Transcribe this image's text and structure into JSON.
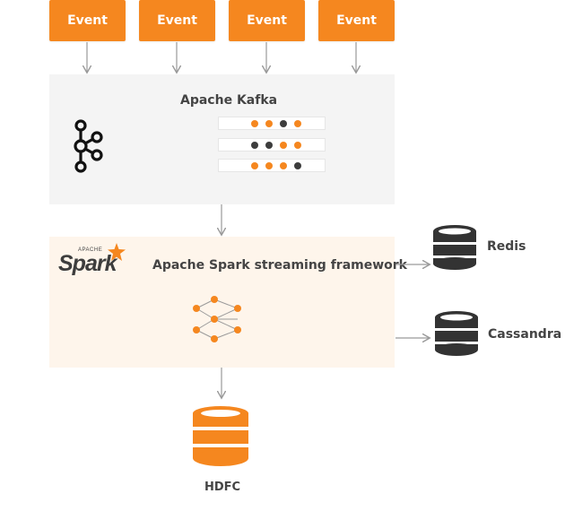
{
  "events": [
    {
      "label": "Event"
    },
    {
      "label": "Event"
    },
    {
      "label": "Event"
    },
    {
      "label": "Event"
    }
  ],
  "kafka": {
    "title": "Apache Kafka",
    "icon": "kafka-logo-icon",
    "queues": [
      [
        "orange",
        "orange",
        "dark",
        "orange"
      ],
      [
        "dark",
        "dark",
        "orange",
        "orange"
      ],
      [
        "orange",
        "orange",
        "orange",
        "dark"
      ]
    ]
  },
  "spark": {
    "title": "Apache Spark streaming framework",
    "logo_word": "Spark",
    "logo_super": "APACHE",
    "icon": "stream-graph-icon"
  },
  "sinks": {
    "redis": {
      "label": "Redis",
      "icon": "database-icon"
    },
    "cassandra": {
      "label": "Cassandra",
      "icon": "database-icon"
    },
    "hdfc": {
      "label": "HDFC",
      "icon": "database-icon"
    }
  },
  "colors": {
    "orange": "#f5871f",
    "dark": "#3d3d3d",
    "arrow": "#9a9a9a",
    "kafka_bg": "#f4f4f4",
    "spark_bg": "#fef5eb"
  }
}
